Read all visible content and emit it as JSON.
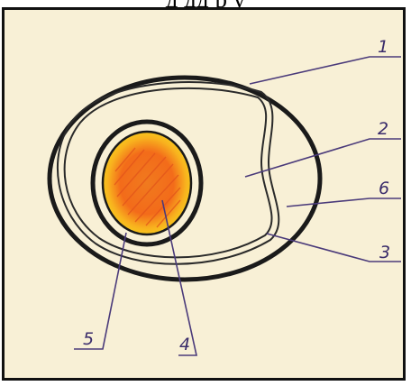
{
  "header": {
    "caption": "д дд р у"
  },
  "diagram": {
    "labels": [
      {
        "id": "1",
        "text": "1"
      },
      {
        "id": "2",
        "text": "2"
      },
      {
        "id": "6",
        "text": "6"
      },
      {
        "id": "3",
        "text": "3"
      },
      {
        "id": "5",
        "text": "5"
      },
      {
        "id": "4",
        "text": "4"
      }
    ]
  },
  "colors": {
    "background": "#f8f0d6",
    "outline": "#1a1a1a",
    "yolk_yellow": "#f6d21a",
    "yolk_orange": "#f06d1c",
    "label_ink": "#3a2c6b"
  }
}
